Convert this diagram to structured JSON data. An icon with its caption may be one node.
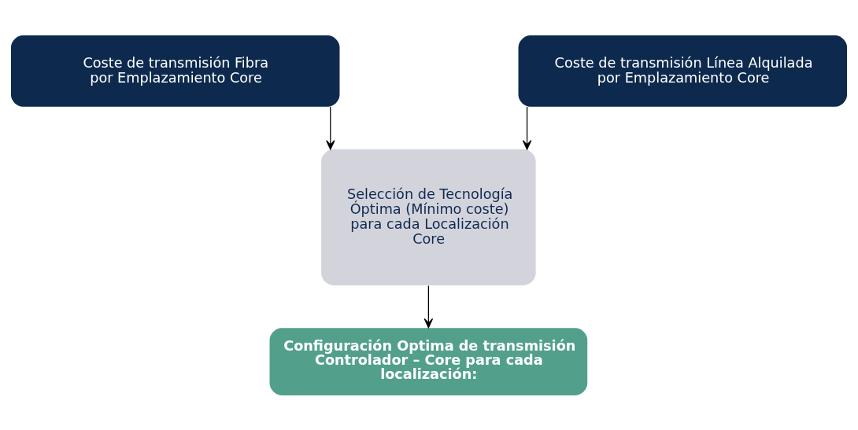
{
  "diagram": {
    "nodes": [
      {
        "text": [
          "Coste de transmisión Fibra por Emplazamiento Core"
        ]
      },
      {
        "text": [
          "Coste de transmisión Línea Alquilada por Emplazamiento Core"
        ]
      },
      {
        "text": [
          "Selección de Tecnología Óptima (Mínimo coste) para cada Localización Core"
        ]
      },
      {
        "text": [
          "Configuración Optima de transmisión Controlador – Core para cada localización:"
        ]
      }
    ],
    "edges": [
      {
        "from": 0,
        "to": 2,
        "arrow": "to"
      },
      {
        "from": 1,
        "to": 2,
        "arrow": "to"
      },
      {
        "from": 2,
        "to": 3,
        "arrow": "to"
      }
    ]
  }
}
